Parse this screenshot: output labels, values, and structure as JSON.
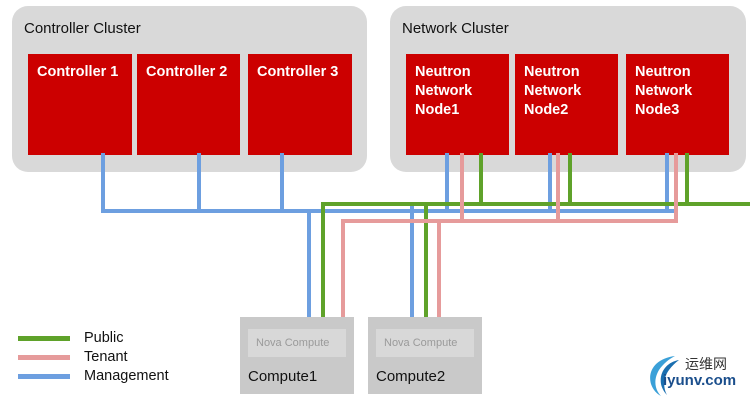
{
  "colors": {
    "cluster_bg": "#d9d9d9",
    "node_red": "#cc0000",
    "compute_bg": "#c9c9c9",
    "public": "#5fa22a",
    "tenant": "#e69b9b",
    "management": "#6d9fe0"
  },
  "controller_cluster": {
    "title": "Controller Cluster",
    "nodes": [
      {
        "lines": [
          "Controller 1"
        ]
      },
      {
        "lines": [
          "Controller 2"
        ]
      },
      {
        "lines": [
          "Controller 3"
        ]
      }
    ]
  },
  "network_cluster": {
    "title": "Network Cluster",
    "nodes": [
      {
        "lines": [
          "Neutron",
          "Network",
          "Node1"
        ]
      },
      {
        "lines": [
          "Neutron",
          "Network",
          "Node2"
        ]
      },
      {
        "lines": [
          "Neutron",
          "Network",
          "Node3"
        ]
      }
    ]
  },
  "compute_nodes": [
    {
      "service": "Nova Compute",
      "label": "Compute1"
    },
    {
      "service": "Nova Compute",
      "label": "Compute2"
    }
  ],
  "legend": [
    {
      "key": "public",
      "label": "Public"
    },
    {
      "key": "tenant",
      "label": "Tenant"
    },
    {
      "key": "management",
      "label": "Management"
    }
  ],
  "watermark": {
    "text_cn": "运维网",
    "text_en": "iyunv.com"
  }
}
